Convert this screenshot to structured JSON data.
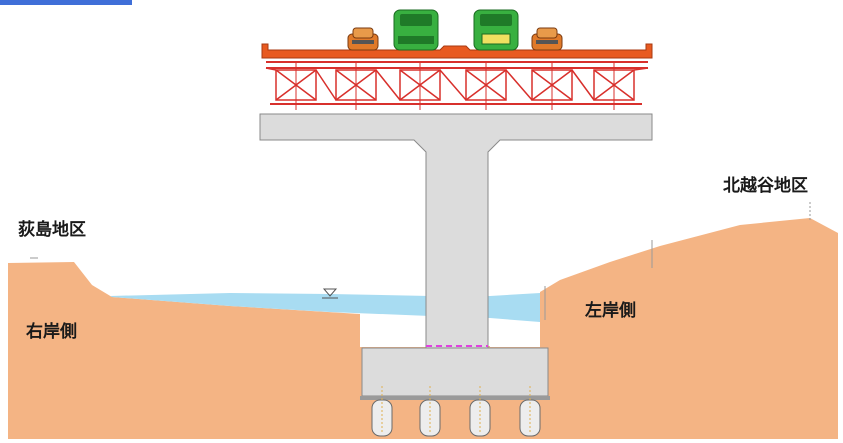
{
  "labels": {
    "ogishima": "荻島地区",
    "right_bank": "右岸側",
    "kitakoshigaya": "北越谷地区",
    "left_bank": "左岸側"
  },
  "colors": {
    "ground": "#f4b484",
    "water": "#a8dcf2",
    "concrete": "#dcdcdc",
    "steel": "#d8302c",
    "deck": "#e85a20",
    "truck": "#38b040",
    "car": "#e07a2a",
    "accent_bar": "#3f6fd8"
  },
  "vehicles": [
    "car-icon",
    "truck-icon",
    "truck-icon",
    "car-icon"
  ]
}
